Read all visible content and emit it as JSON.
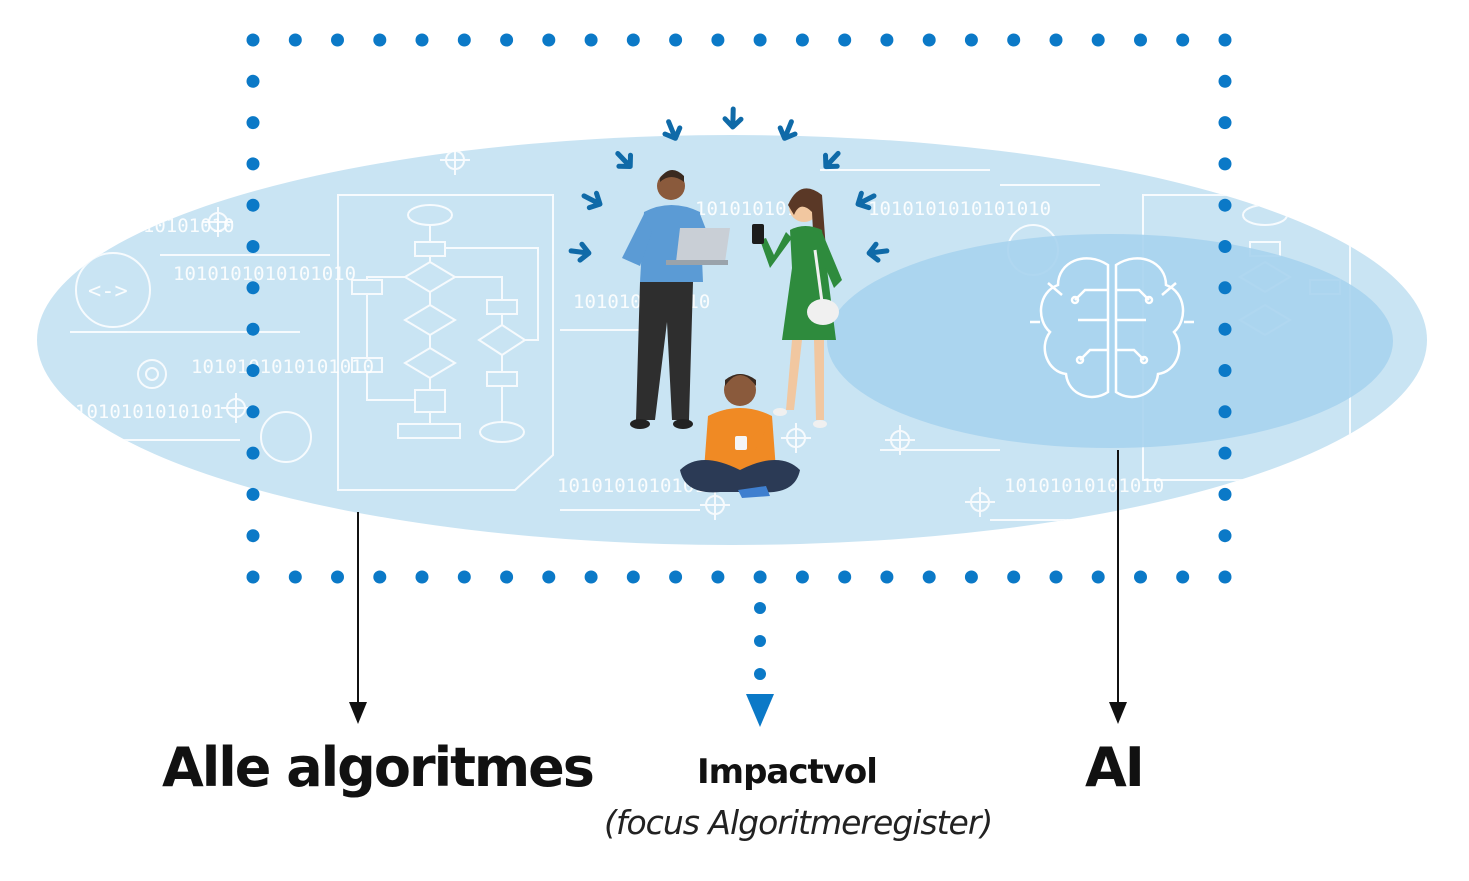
{
  "colors": {
    "outer_ellipse": "#c9e4f3",
    "inner_ellipse": "#a7d3ee",
    "dotted_frame": "#0b79c7",
    "line_art": "#ffffff",
    "arrow_icons": "#0f6aa8",
    "label_text": "#111111"
  },
  "labels": {
    "all_algorithms": "Alle algoritmes",
    "ai": "AI",
    "impactful": "Impactvol",
    "focus_note": "(focus Algoritmeregister)"
  },
  "background_text": {
    "binary_1": "1010101010",
    "binary_2": "1010101010101010",
    "binary_3": "1010101010101010",
    "binary_4": "1010101010101",
    "binary_5": "101010101",
    "binary_6": "1010101010101010",
    "binary_7": "101010101010101",
    "binary_8": "101010101010",
    "binary_9": "10101010101010",
    "code_symbol": "<->"
  },
  "icons": {
    "people_group": "people-illustration",
    "brain": "ai-brain-icon",
    "flowchart": "flowchart-icon",
    "focus_arrows": "inward-arrow-icon"
  }
}
